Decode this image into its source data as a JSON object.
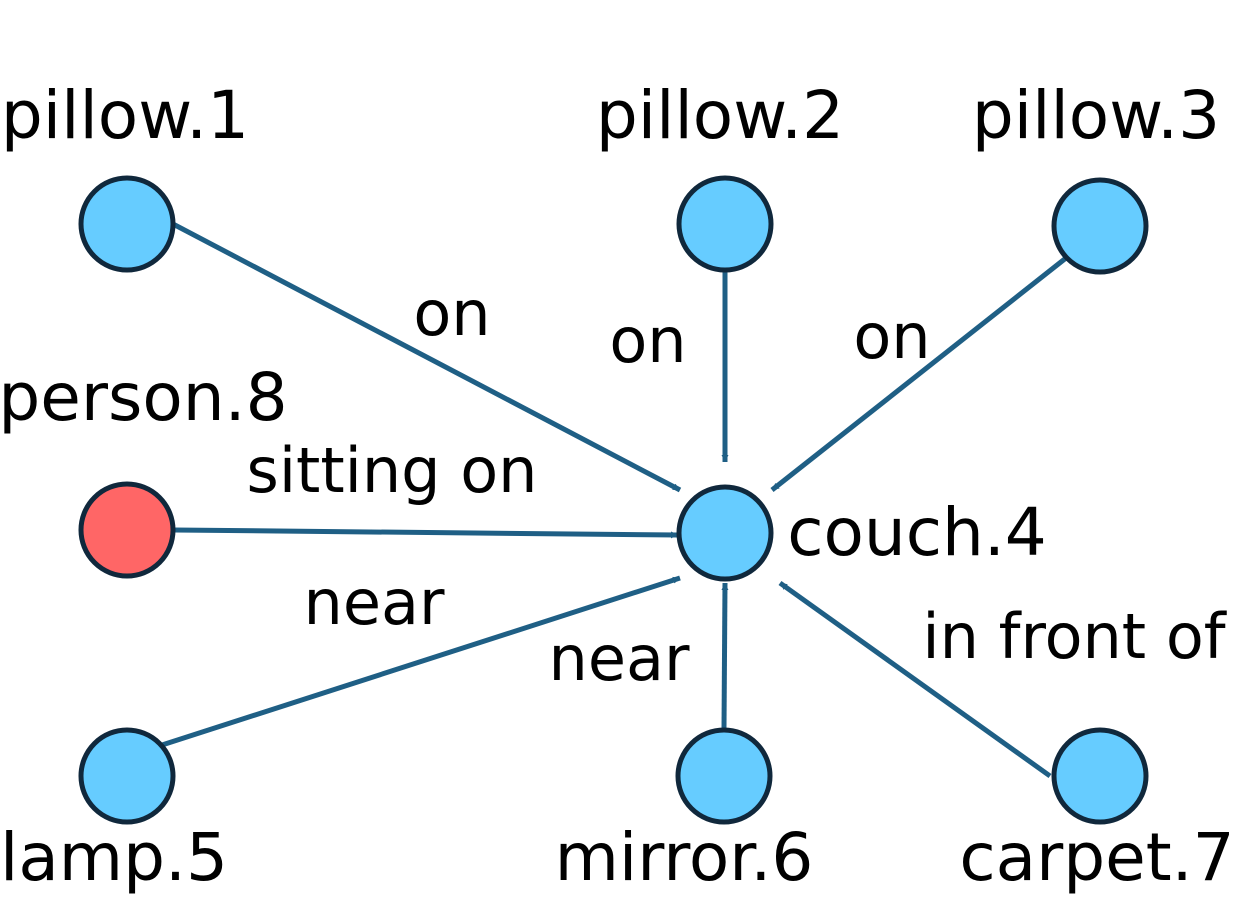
{
  "diagram": {
    "colors": {
      "object_fill": "#66ccff",
      "subject_fill": "#ff6666",
      "node_stroke": "#10283c",
      "edge": "#1f5f85",
      "text": "#000000"
    },
    "nodes": [
      {
        "id": "pillow1",
        "label": "pillow.1",
        "role": "object"
      },
      {
        "id": "pillow2",
        "label": "pillow.2",
        "role": "object"
      },
      {
        "id": "pillow3",
        "label": "pillow.3",
        "role": "object"
      },
      {
        "id": "person8",
        "label": "person.8",
        "role": "subject"
      },
      {
        "id": "couch4",
        "label": "couch.4",
        "role": "object"
      },
      {
        "id": "lamp5",
        "label": "lamp.5",
        "role": "object"
      },
      {
        "id": "mirror6",
        "label": "mirror.6",
        "role": "object"
      },
      {
        "id": "carpet7",
        "label": "carpet.7",
        "role": "object"
      }
    ],
    "edges": [
      {
        "id": "pillow1-couch4",
        "from": "pillow1",
        "to": "couch4",
        "label": "on"
      },
      {
        "id": "pillow2-couch4",
        "from": "pillow2",
        "to": "couch4",
        "label": "on"
      },
      {
        "id": "pillow3-couch4",
        "from": "pillow3",
        "to": "couch4",
        "label": "on"
      },
      {
        "id": "person8-couch4",
        "from": "person8",
        "to": "couch4",
        "label": "sitting on"
      },
      {
        "id": "lamp5-couch4",
        "from": "lamp5",
        "to": "couch4",
        "label": "near"
      },
      {
        "id": "mirror6-couch4",
        "from": "mirror6",
        "to": "couch4",
        "label": "near"
      },
      {
        "id": "carpet7-couch4",
        "from": "carpet7",
        "to": "couch4",
        "label": "in front of"
      }
    ]
  }
}
